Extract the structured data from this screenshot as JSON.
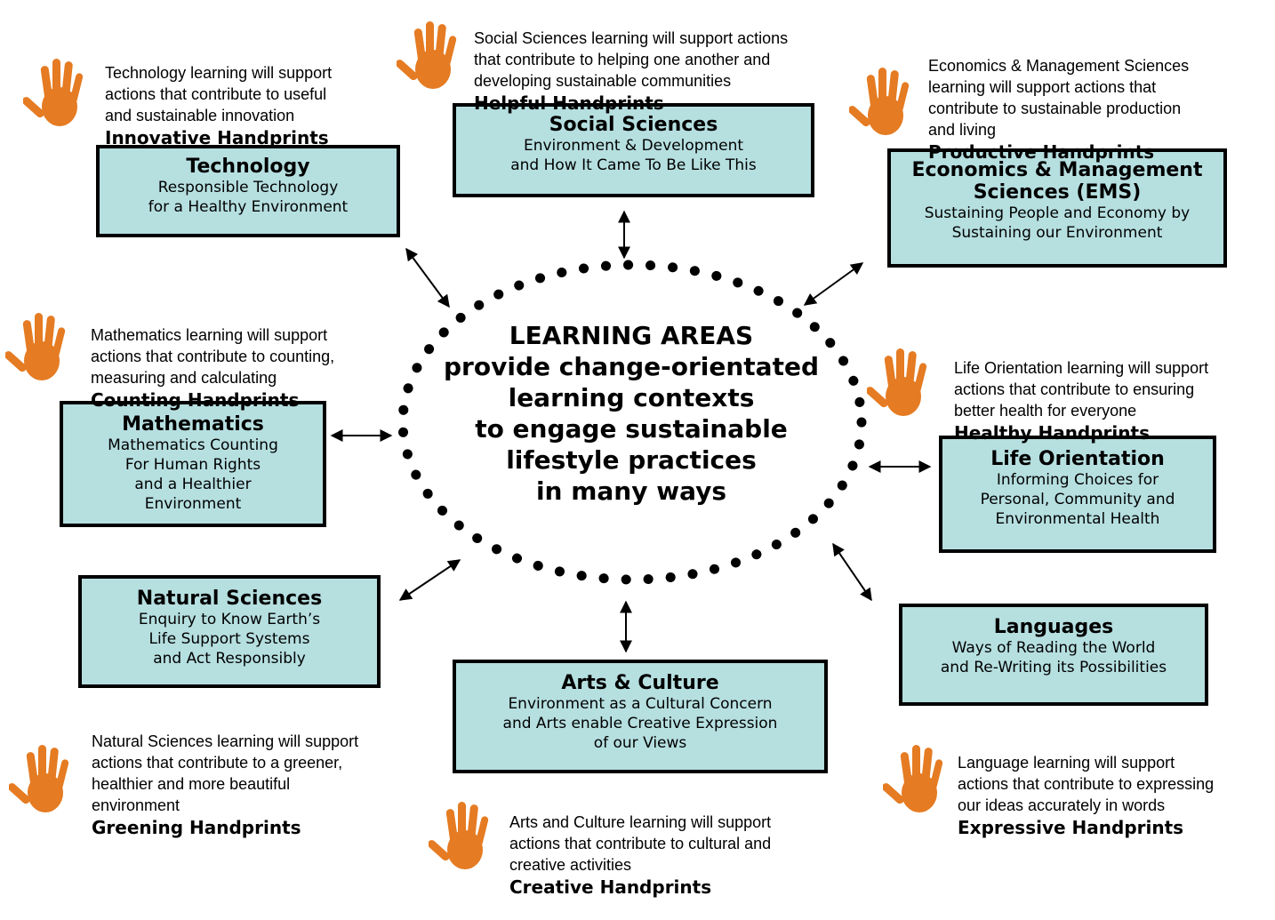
{
  "center": {
    "heading": "LEARNING AREAS",
    "lines": [
      "provide change-orientated",
      "learning contexts",
      "to engage sustainable",
      "lifestyle practices",
      "in many ways"
    ]
  },
  "colors": {
    "box_fill": "#b6dfe0",
    "hand": "#e57b22",
    "border": "#000000"
  },
  "areas": {
    "technology": {
      "title": "Technology",
      "subtitle": "Responsible Technology\nfor a Healthy Environment",
      "note": "Technology learning will support\nactions that contribute to useful\n and sustainable innovation",
      "handprint": "Innovative Handprints"
    },
    "social_sciences": {
      "title": "Social Sciences",
      "subtitle": "Environment & Development\nand How It Came To Be Like This",
      "note": "Social Sciences learning will support actions\nthat contribute to helping one another and\ndeveloping sustainable communities",
      "handprint": "Helpful Handprints"
    },
    "ems": {
      "title": "Economics & Management\nSciences (EMS)",
      "subtitle": "Sustaining People and Economy by\nSustaining our Environment",
      "note": "Economics & Management Sciences\nlearning will support actions that\ncontribute to sustainable production\nand living",
      "handprint": "Productive Handprints"
    },
    "mathematics": {
      "title": "Mathematics",
      "subtitle": "Mathematics Counting\nFor Human Rights\nand a Healthier\nEnvironment",
      "note": "Mathematics learning will support\nactions that contribute to counting,\nmeasuring and calculating",
      "handprint": "Counting Handprints"
    },
    "life_orientation": {
      "title": "Life Orientation",
      "subtitle": "Informing Choices for\nPersonal, Community and\nEnvironmental Health",
      "note": "Life Orientation learning will support\nactions that contribute to ensuring\nbetter health for everyone",
      "handprint": "Healthy Handprints"
    },
    "natural_sciences": {
      "title": "Natural Sciences",
      "subtitle": "Enquiry to Know Earth’s\nLife Support Systems\nand Act Responsibly",
      "note": "Natural Sciences learning will support\nactions that contribute to a greener,\nhealthier and more beautiful\nenvironment",
      "handprint": "Greening Handprints"
    },
    "languages": {
      "title": "Languages",
      "subtitle": "Ways of Reading the World\nand Re-Writing its Possibilities",
      "note": "Language learning will support\nactions that contribute to expressing\nour ideas accurately in words",
      "handprint": "Expressive Handprints"
    },
    "arts_culture": {
      "title": "Arts & Culture",
      "subtitle": "Environment as a Cultural Concern\nand Arts enable Creative Expression\nof our Views",
      "note": "Arts and Culture learning will support\nactions that contribute to cultural and\ncreative activities",
      "handprint": "Creative Handprints"
    }
  }
}
